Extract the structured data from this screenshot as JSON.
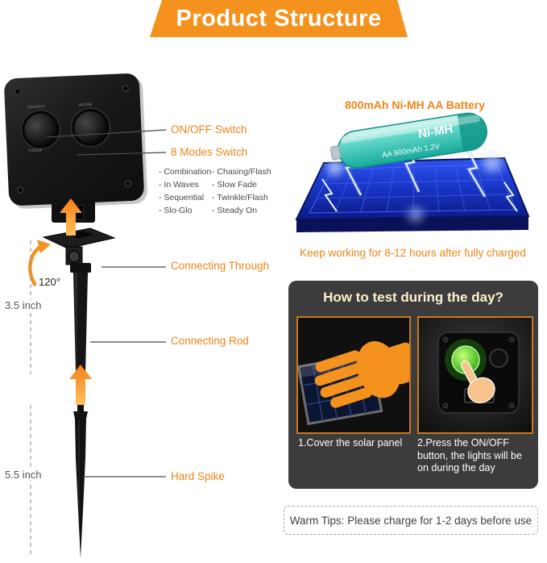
{
  "header": {
    "title": "Product Structure"
  },
  "device": {
    "left_knob_label": "ON/OFF",
    "right_knob_label": "MODE",
    "timer_label": "TIMER",
    "onoff_switch": "ON/OFF  Switch",
    "modes_switch": "8 Modes Switch",
    "modes_col1": [
      "- Combination",
      "- In Waves",
      "- Sequential",
      "- Slo-Glo"
    ],
    "modes_col2": [
      "- Chasing/Flash",
      "- Slow Fade",
      "- Twinkle/Flash",
      "- Steady On"
    ]
  },
  "assembly": {
    "angle": "120°",
    "connecting_through": "Connecting Through",
    "rod_length": "3.5 inch",
    "connecting_rod": "Connecting Rod",
    "spike_length": "5.5 inch",
    "hard_spike": "Hard Spike"
  },
  "battery": {
    "title": "800mAh Ni-MH AA Battery",
    "type_label": "Ni-MH",
    "spec_label": "AA 800mAh 1.2V",
    "caption": "Keep working for 8-12 hours after fully charged"
  },
  "test_guide": {
    "title": "How to test during the day?",
    "step1": "1.Cover the solar panel",
    "step2": "2.Press the ON/OFF button, the lights will be on during the day"
  },
  "warm_tips": {
    "text": "Warm Tips: Please charge for 1-2 days before use"
  },
  "colors": {
    "accent_orange": "#f5921e",
    "panel_blue": "#1b3fd0",
    "battery_teal": "#2fbfae",
    "dark_box": "#3c3c3c"
  }
}
